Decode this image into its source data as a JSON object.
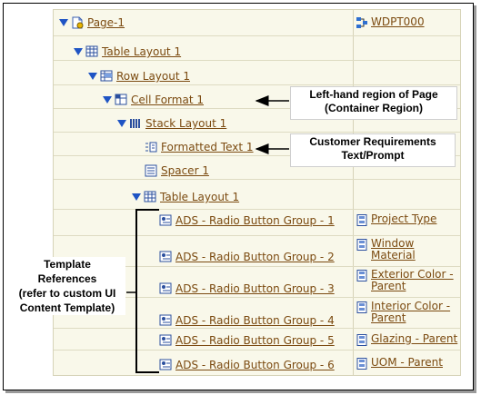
{
  "tree": {
    "page": "Page-1",
    "table_layout_1": "Table Layout 1",
    "row_layout_1": "Row Layout 1",
    "cell_format_1": "Cell Format 1",
    "stack_layout_1": "Stack Layout 1",
    "formatted_text_1": "Formatted Text 1",
    "spacer_1": "Spacer 1",
    "table_layout_2": "Table Layout 1",
    "radio_groups": [
      "ADS - Radio Button Group - 1",
      "ADS - Radio Button Group - 2",
      "ADS - Radio Button Group - 3",
      "ADS - Radio Button Group - 4",
      "ADS - Radio Button Group - 5",
      "ADS - Radio Button Group - 6"
    ]
  },
  "refs": {
    "page_ref": "WDPT000",
    "items": [
      "Project Type",
      "Window Material",
      "Exterior Color - Parent",
      "Interior Color - Parent",
      "Glazing - Parent",
      "UOM - Parent"
    ]
  },
  "callouts": {
    "left_region_line1": "Left-hand region of Page",
    "left_region_line2": "(Container Region)",
    "customer_line1": "Customer Requirements",
    "customer_line2": "Text/Prompt",
    "template_line1": "Template",
    "template_line2": "References",
    "template_line3": "(refer to custom UI",
    "template_line4": "Content Template)"
  },
  "colors": {
    "link": "#7b4a10",
    "expander": "#1f54c4",
    "grid_bg": "#f9f8ea"
  },
  "icons": [
    "expand-triangle-icon",
    "page-icon",
    "table-layout-icon",
    "row-layout-icon",
    "cell-format-icon",
    "stack-layout-icon",
    "formatted-text-icon",
    "spacer-icon",
    "radio-group-icon",
    "template-ref-icon",
    "flow-ref-icon"
  ]
}
